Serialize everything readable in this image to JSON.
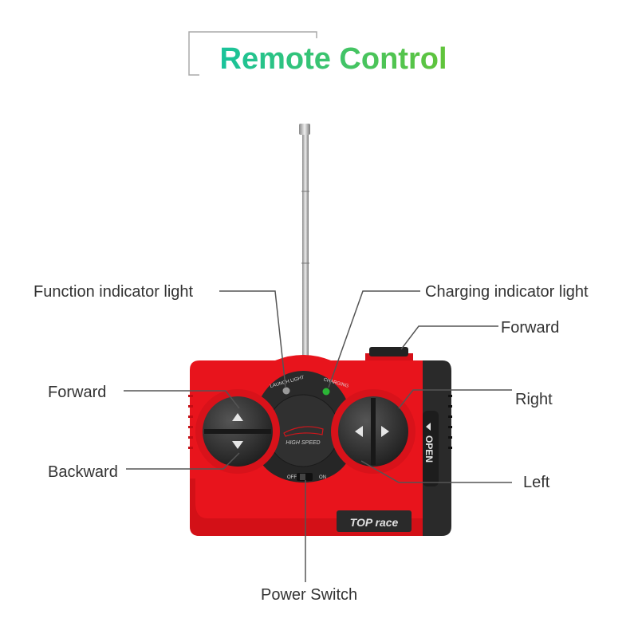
{
  "title": "Remote Control",
  "colors": {
    "title_start": "#19c39c",
    "title_end": "#62c43a",
    "body": "#e8141c",
    "dark": "#262626"
  },
  "remote": {
    "launch_light": "LAUNCH LIGHT",
    "charging": "CHARGING",
    "logo_text": "HIGH SPEED",
    "switch_off": "OFF",
    "switch_on": "ON",
    "open_label": "OPEN",
    "brand": "TOP race"
  },
  "labels": {
    "function_light": "Function indicator light",
    "charging_light": "Charging indicator light",
    "forward_top": "Forward",
    "forward_left": "Forward",
    "right": "Right",
    "backward": "Backward",
    "left": "Left",
    "power_switch": "Power Switch"
  }
}
